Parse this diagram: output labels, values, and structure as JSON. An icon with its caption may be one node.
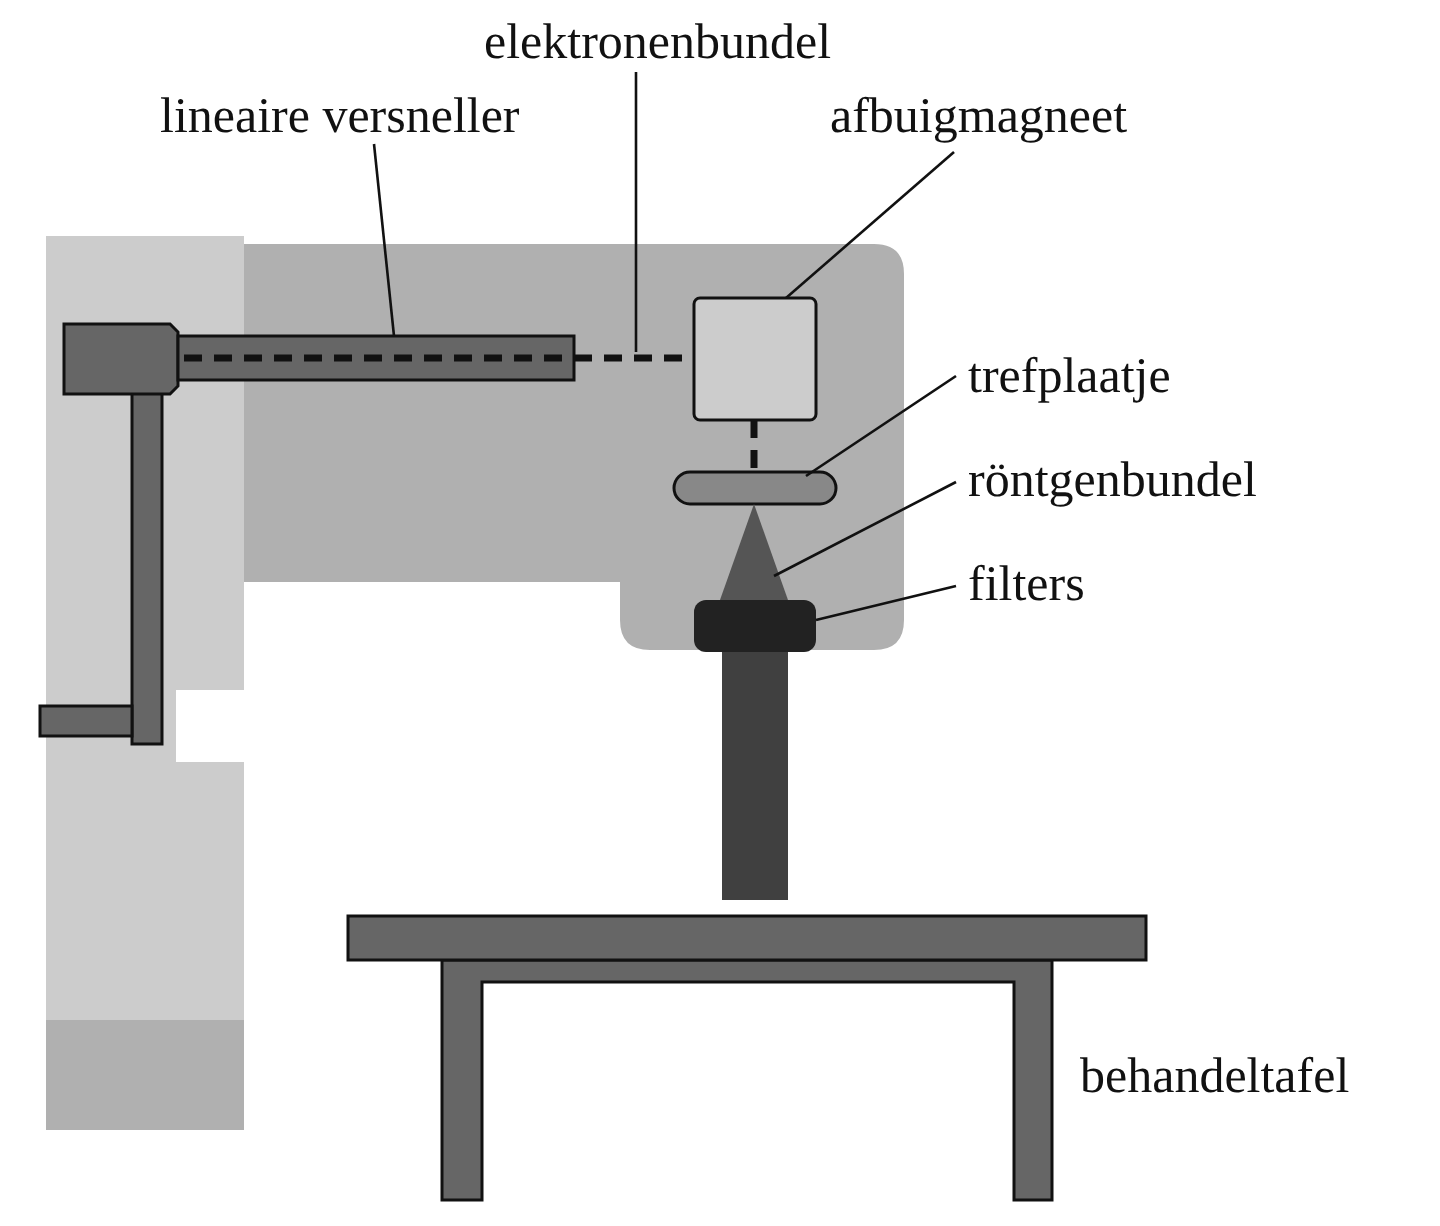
{
  "diagram": {
    "nodes": [
      {
        "text": [
          "lineaire versneller"
        ]
      },
      {
        "text": [
          "elektronenbundel"
        ]
      },
      {
        "text": [
          "afbuigmagneet"
        ]
      },
      {
        "text": [
          "trefplaatje"
        ]
      },
      {
        "text": [
          "röntgenbundel"
        ]
      },
      {
        "text": [
          "filters"
        ]
      },
      {
        "text": [],
        "shape": "bar"
      },
      {
        "text": [],
        "shape": "box"
      },
      {
        "text": [],
        "shape": "box"
      },
      {
        "text": [],
        "shape": "triangle"
      },
      {
        "text": [],
        "shape": "box"
      },
      {
        "text": [],
        "shape": "line"
      }
    ],
    "edges": [
      {
        "from": 0,
        "to": 6,
        "arrow": "none"
      },
      {
        "from": 1,
        "to": 11,
        "arrow": "none"
      },
      {
        "from": 2,
        "to": 7,
        "arrow": "none"
      },
      {
        "from": 3,
        "to": 8,
        "arrow": "none"
      },
      {
        "from": 4,
        "to": 9,
        "arrow": "none"
      },
      {
        "from": 5,
        "to": 10,
        "arrow": "none"
      }
    ],
    "labels": [
      "behandeltafel"
    ]
  }
}
